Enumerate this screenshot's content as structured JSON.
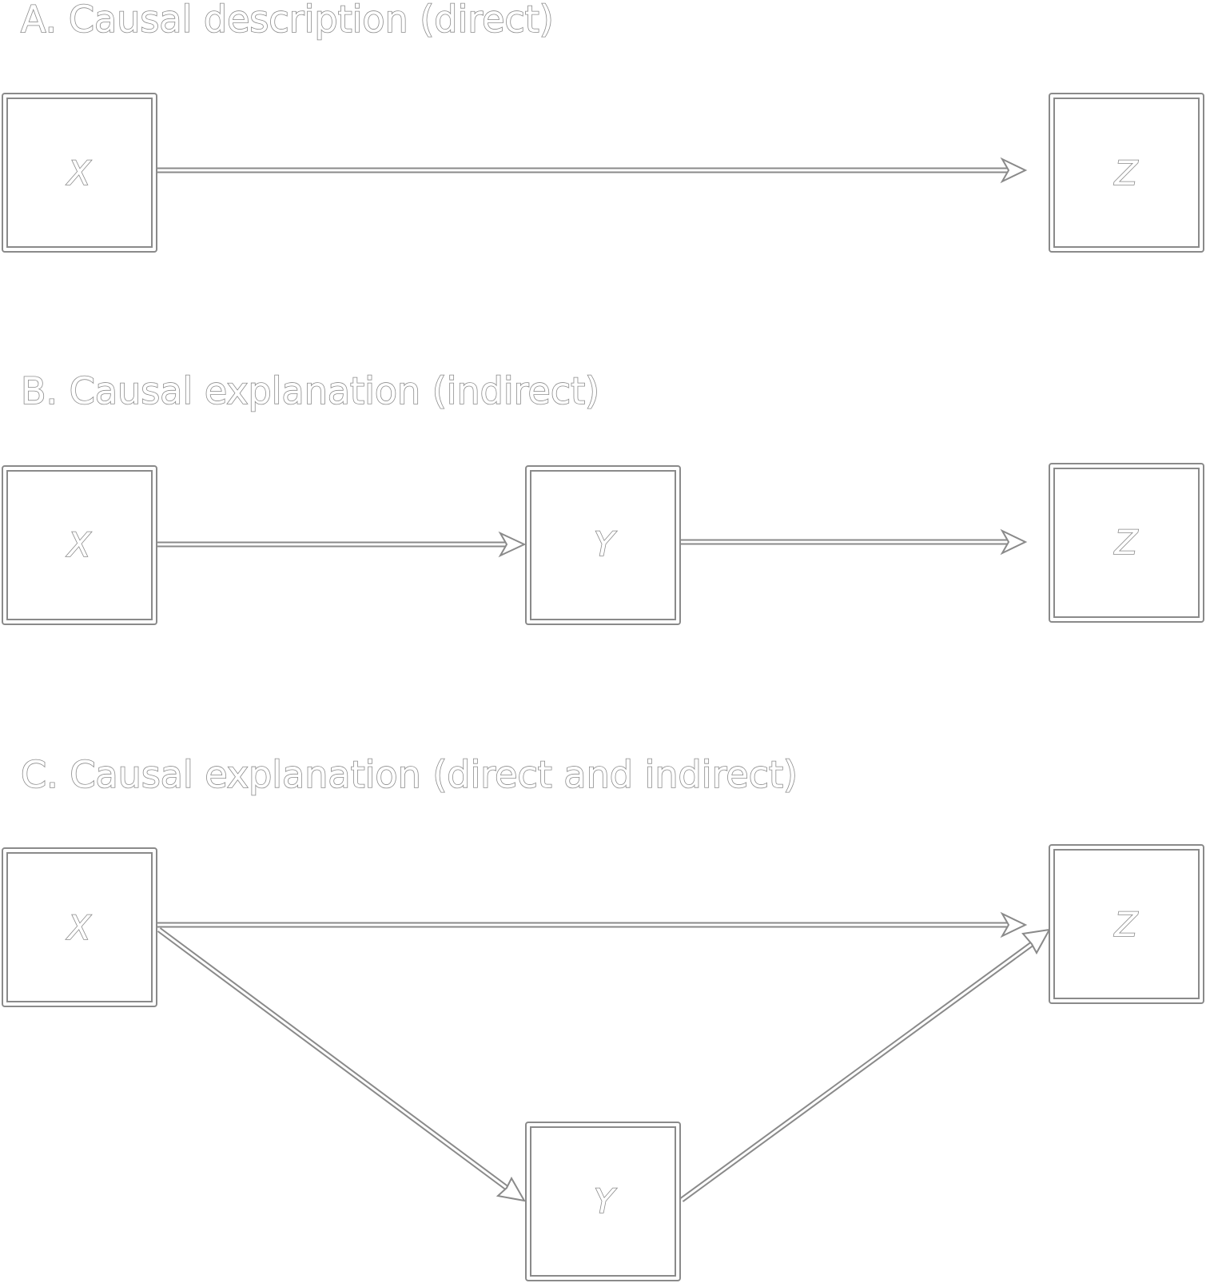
{
  "panels": [
    {
      "title": "A. Causal description (direct)",
      "nodes": [
        {
          "id": "x",
          "label": "X"
        },
        {
          "id": "z",
          "label": "Z"
        }
      ],
      "edges": [
        {
          "from": "x",
          "to": "z"
        }
      ]
    },
    {
      "title": "B. Causal explanation (indirect)",
      "nodes": [
        {
          "id": "x",
          "label": "X"
        },
        {
          "id": "y",
          "label": "Y"
        },
        {
          "id": "z",
          "label": "Z"
        }
      ],
      "edges": [
        {
          "from": "x",
          "to": "y"
        },
        {
          "from": "y",
          "to": "z"
        }
      ]
    },
    {
      "title": "C. Causal explanation (direct and indirect)",
      "nodes": [
        {
          "id": "x",
          "label": "X"
        },
        {
          "id": "y",
          "label": "Y"
        },
        {
          "id": "z",
          "label": "Z"
        }
      ],
      "edges": [
        {
          "from": "x",
          "to": "z"
        },
        {
          "from": "x",
          "to": "y"
        },
        {
          "from": "y",
          "to": "z"
        }
      ]
    }
  ],
  "colors": {
    "stroke": "#8a8a8a",
    "fill": "#ffffff",
    "background": "#ffffff"
  }
}
